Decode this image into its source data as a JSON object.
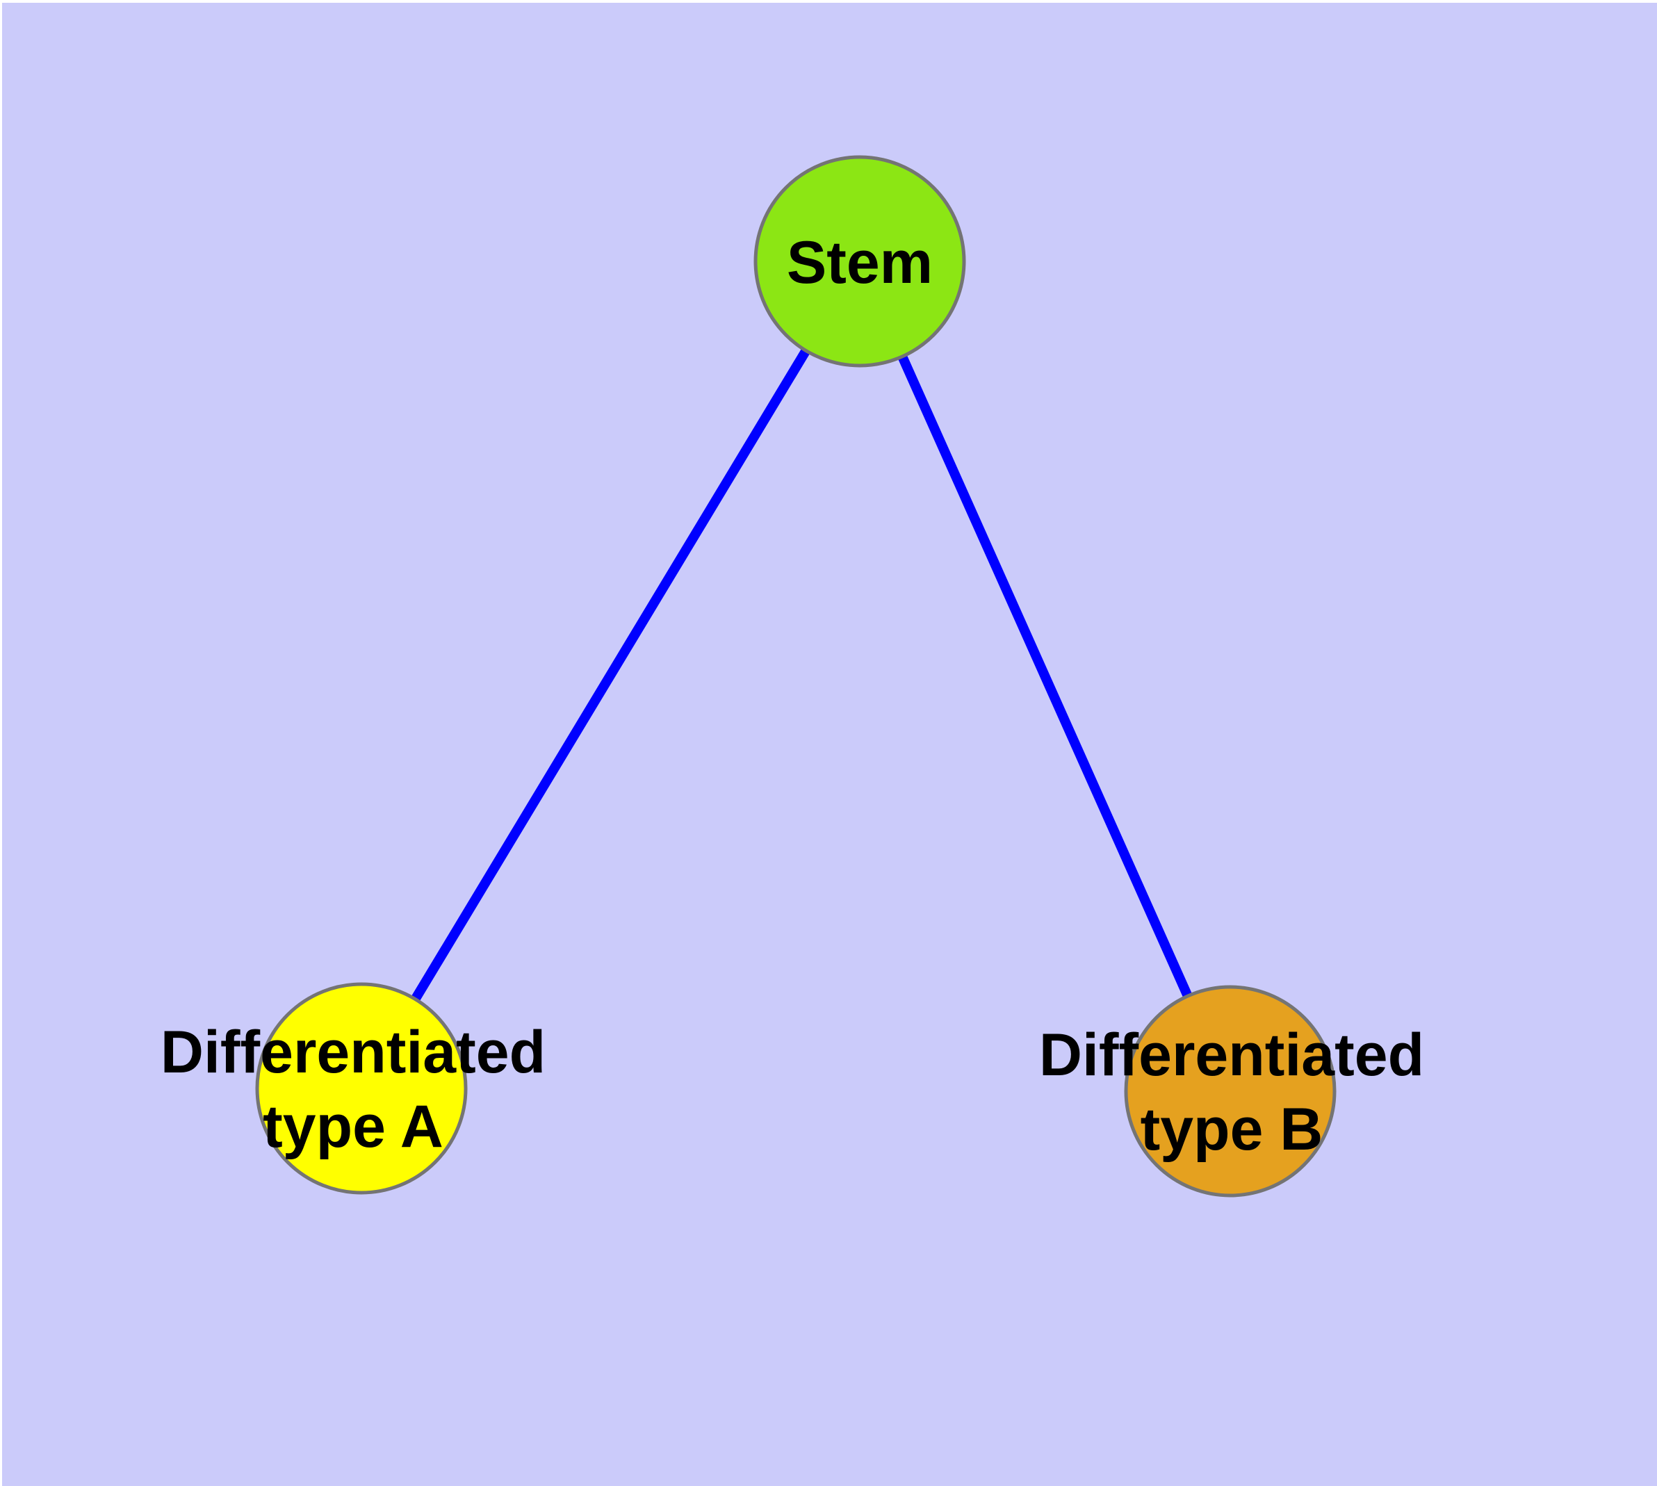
{
  "diagram": {
    "background_color": "#cbcbfa",
    "edge_color": "#0000ff",
    "node_border_color": "#747474",
    "text_color": "#000000",
    "nodes": {
      "stem": {
        "label": "Stem",
        "fill": "#8ce614"
      },
      "type_a": {
        "label_line1": "Differentiated",
        "label_line2": "type A",
        "fill": "#ffff00"
      },
      "type_b": {
        "label_line1": "Differentiated",
        "label_line2": "type B",
        "fill": "#e5a11f"
      }
    },
    "edges": [
      {
        "from": "Stem",
        "to": "Differentiated type A"
      },
      {
        "from": "Stem",
        "to": "Differentiated type B"
      }
    ]
  }
}
